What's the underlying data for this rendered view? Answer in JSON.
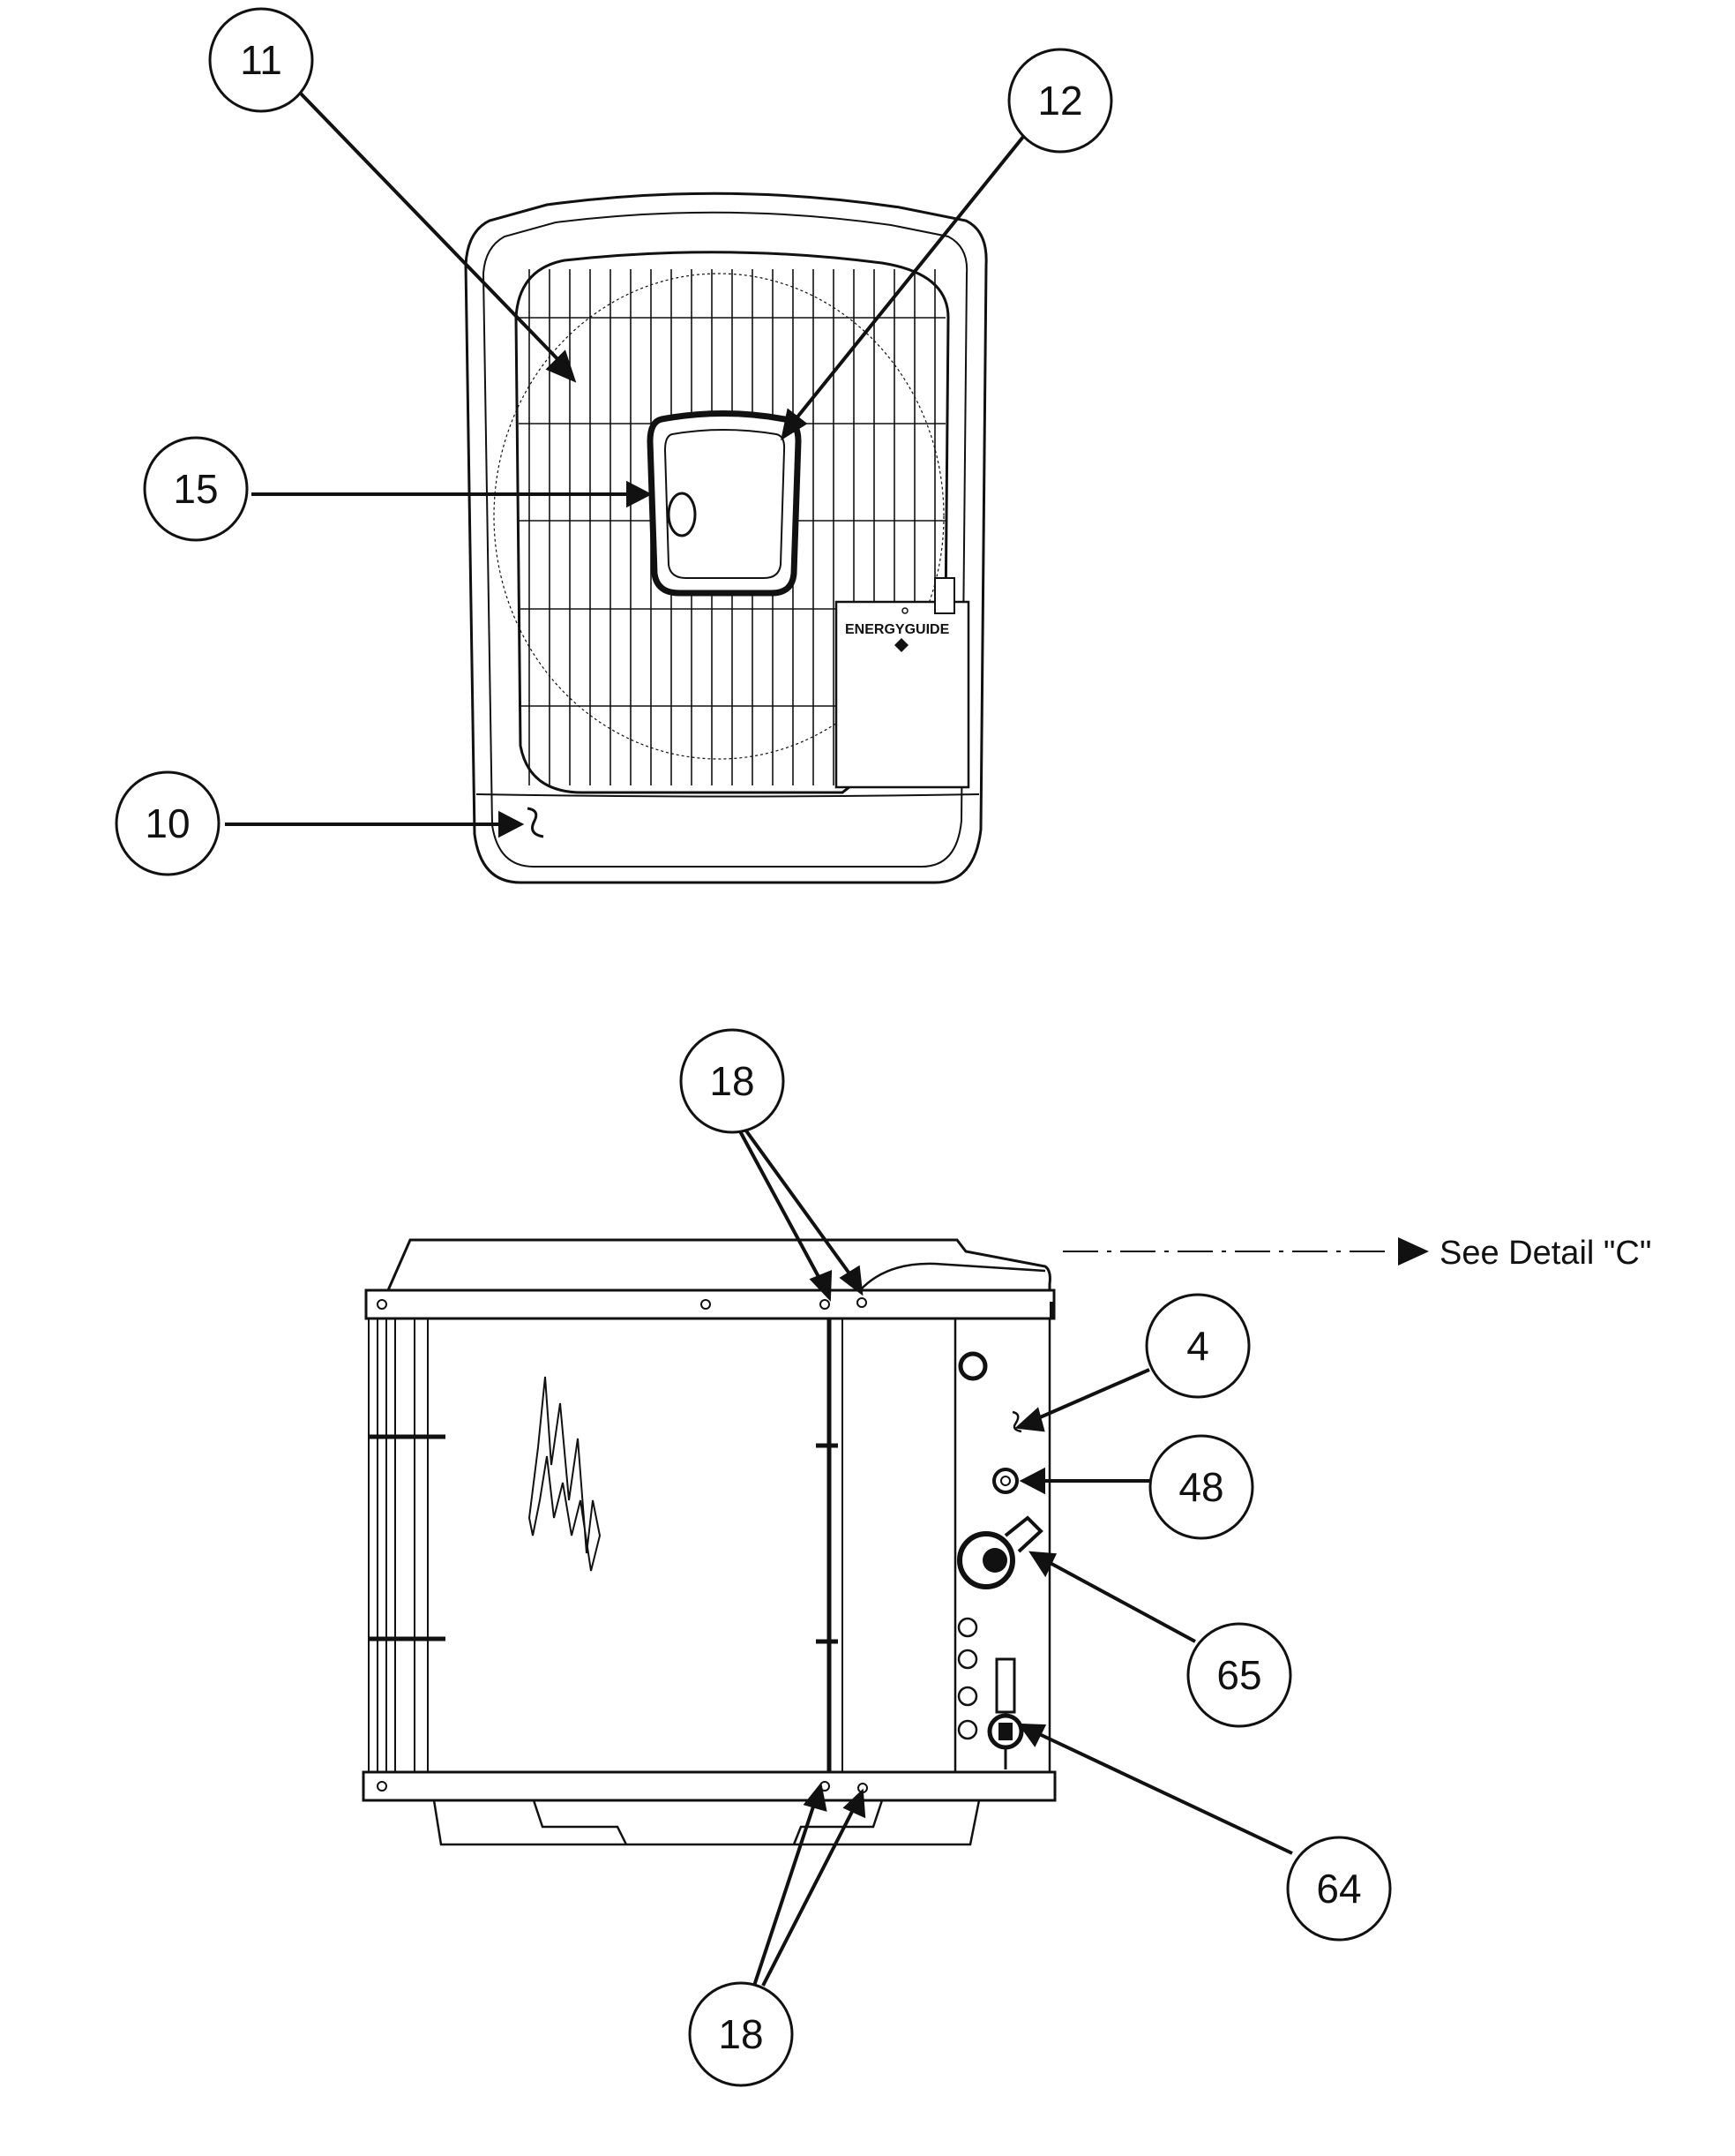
{
  "callouts": {
    "c11": "11",
    "c12": "12",
    "c15": "15",
    "c10": "10",
    "c18_top": "18",
    "c4": "4",
    "c48": "48",
    "c65": "65",
    "c64": "64",
    "c18_bottom": "18"
  },
  "reference": {
    "see_detail": "See Detail \"C\""
  },
  "labels": {
    "energyguide": "ENERGYGUIDE"
  },
  "colors": {
    "ink": "#111111",
    "paper": "#ffffff"
  }
}
